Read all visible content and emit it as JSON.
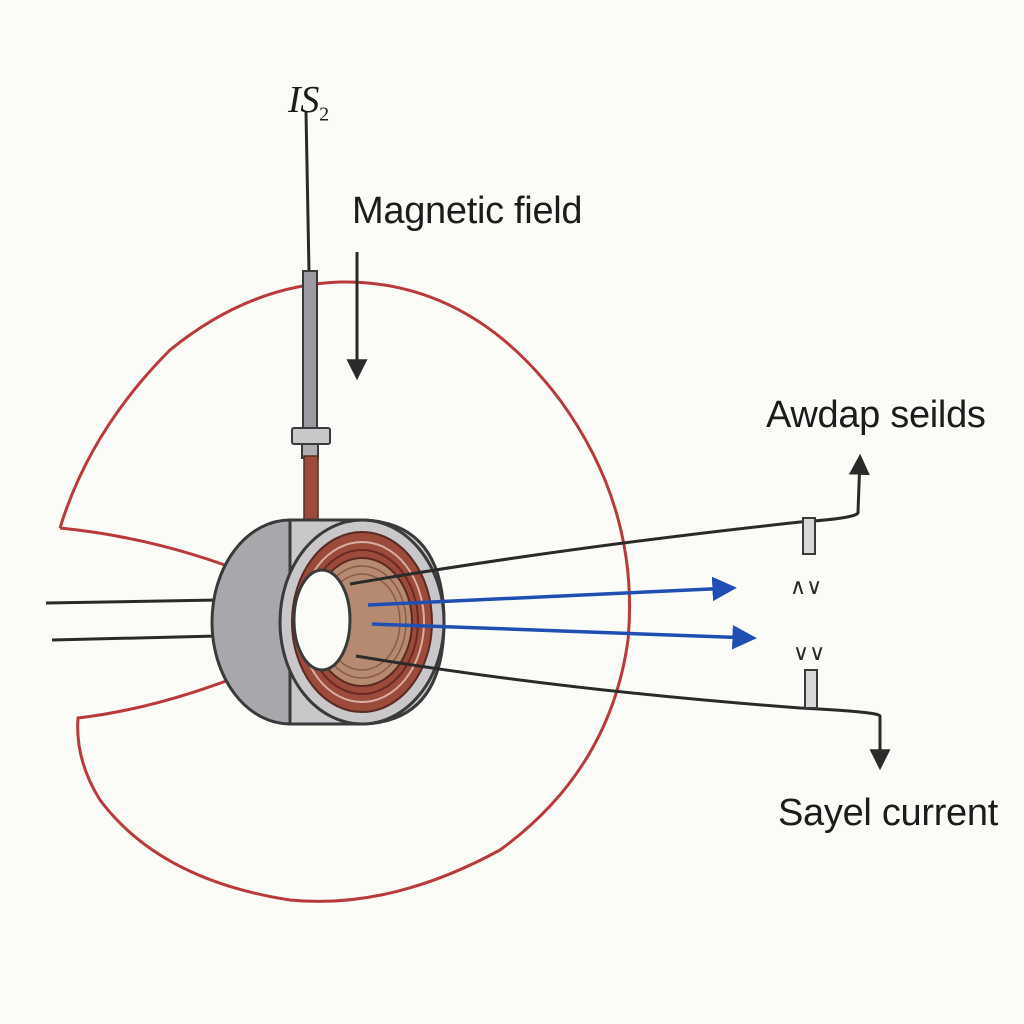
{
  "labels": {
    "probe": "IS",
    "probe_sub": "2",
    "magnetic_field": "Magnetic field",
    "shields": "Awdap seilds",
    "current": "Sayel current",
    "marker_upper": "∧∨",
    "marker_lower": "∨∨"
  },
  "colors": {
    "background": "#fbfbf8",
    "field_line": "#b83a3a",
    "ink": "#2a2a2a",
    "flow_arrow": "#1f4fb3",
    "ring_outer": "#c9c7ca",
    "winding": "#9c4a3a",
    "core": "#b68a70"
  }
}
